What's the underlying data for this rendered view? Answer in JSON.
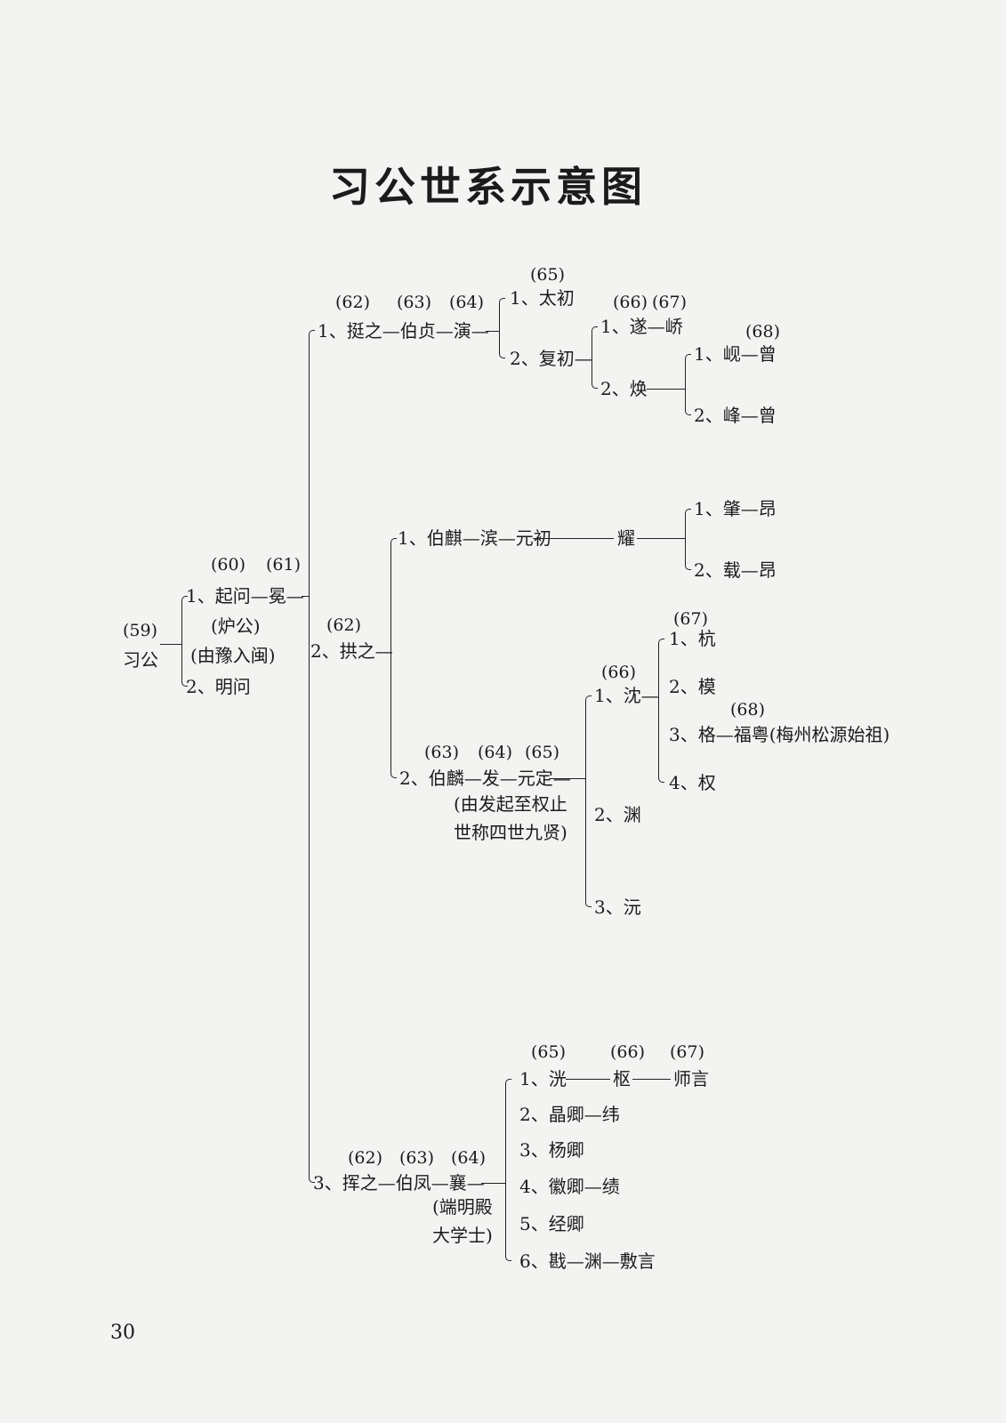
{
  "title": "习公世系示意图",
  "page_number": "30",
  "root": {
    "generation": "(59)",
    "name": "习公"
  },
  "qiwen_line": {
    "generations": [
      "(60)",
      "(61)"
    ],
    "child_1": "1、起问—冕—",
    "child_1_notes": [
      "(炉公)",
      "(由豫入闽)"
    ],
    "child_2": "2、明问"
  },
  "tingzhi_branch": {
    "generations": [
      "(62)",
      "(63)",
      "(64)"
    ],
    "lineage": "1、挺之—伯贞—演—",
    "sons_generation": "(65)",
    "sons": [
      "1、太初",
      "2、复初—"
    ],
    "fuchu_generations": [
      "(66)",
      "(67)"
    ],
    "fuchu_sons": [
      "1、遂—峤",
      "2、焕"
    ],
    "huan_generation": "(68)",
    "huan_sons": [
      "1、岘—曾",
      "2、峰—曾"
    ]
  },
  "gongzhi_branch": {
    "generation": "(62)",
    "name": "2、拱之—",
    "boqi_lineage": "1、伯麒—滨—元初",
    "yao": "耀",
    "yao_sons": [
      "1、肇—昂",
      "2、载—昂"
    ],
    "bolin_generations": [
      "(63)",
      "(64)",
      "(65)"
    ],
    "bolin_lineage": "2、伯麟—发—元定—",
    "bolin_note": [
      "(由发起至权止",
      "世称四世九贤)"
    ],
    "yuanding_generation": "(66)",
    "yuanding_sons": [
      "1、沈—",
      "2、渊",
      "3、沅"
    ],
    "shen_generation": "(67)",
    "shen_sons": [
      "1、杭",
      "2、模",
      "3、格—福粤(梅州松源始祖)",
      "4、权"
    ],
    "ge_generation": "(68)"
  },
  "huizhi_branch": {
    "generations": [
      "(62)",
      "(63)",
      "(64)"
    ],
    "lineage": "3、挥之—伯凤—襄—",
    "xiang_note": [
      "(端明殿",
      "大学士)"
    ],
    "sons_generations": [
      "(65)",
      "(66)",
      "(67)"
    ],
    "guang_line": [
      "1、洸",
      "枢",
      "师言"
    ],
    "sons": [
      "2、晶卿—纬",
      "3、杨卿",
      "4、徽卿—绩",
      "5、经卿",
      "6、戡—渊—敷言"
    ]
  }
}
